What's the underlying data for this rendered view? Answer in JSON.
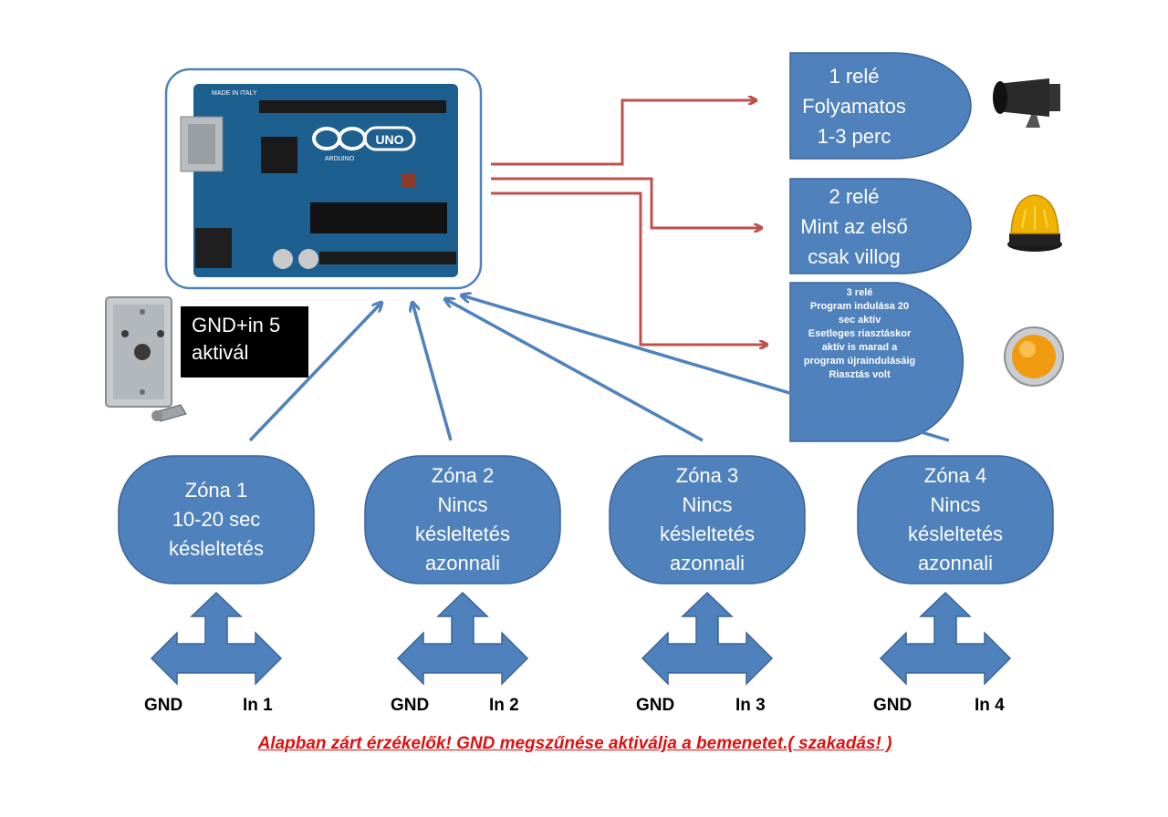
{
  "colors": {
    "shape_fill": "#4f81bd",
    "shape_stroke": "#3a6597",
    "arrow_blue": "#4f81bd",
    "arrow_red": "#c0504d",
    "board_blue": "#1d5f8f",
    "note_red": "#e01010"
  },
  "board": {
    "made_in": "MADE IN ITALY",
    "model": "UNO",
    "brand": "ARDUINO"
  },
  "relays": [
    {
      "lines": [
        "1 relé",
        "Folyamatos",
        "1-3 perc"
      ],
      "icon": "siren-icon"
    },
    {
      "lines": [
        "2 relé",
        "Mint az első",
        "csak villog"
      ],
      "icon": "beacon-icon"
    },
    {
      "lines": [
        "3 relé",
        "Program indulása 20",
        "sec aktív",
        "Esetleges riasztáskor",
        "aktív is marad a",
        "program újraindulásáig",
        "Riasztás volt"
      ],
      "icon": "orange-lamp-icon"
    }
  ],
  "key_switch": {
    "label_lines": [
      "GND+in 5",
      "aktivál"
    ]
  },
  "zones": [
    {
      "lines": [
        "Zóna 1",
        "10-20 sec",
        "késleltetés"
      ],
      "gnd": "GND",
      "input": "In 1"
    },
    {
      "lines": [
        "Zóna 2",
        "Nincs",
        "késleltetés",
        "azonnali"
      ],
      "gnd": "GND",
      "input": "In 2"
    },
    {
      "lines": [
        "Zóna 3",
        "Nincs",
        "késleltetés",
        "azonnali"
      ],
      "gnd": "GND",
      "input": "In 3"
    },
    {
      "lines": [
        "Zóna 4",
        "Nincs",
        "késleltetés",
        "azonnali"
      ],
      "gnd": "GND",
      "input": "In 4"
    }
  ],
  "footer_note": "Alapban zárt érzékelők! GND megszűnése aktiválja a bemenetet.( szakadás! )"
}
